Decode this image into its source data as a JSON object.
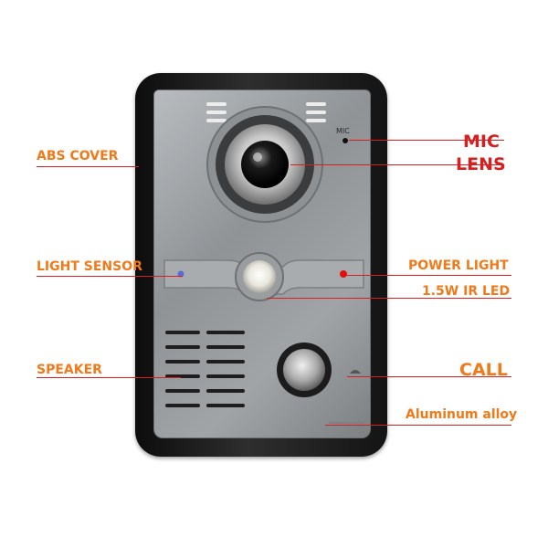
{
  "labels": {
    "abs_cover": "ABS COVER",
    "light_sensor": "LIGHT SENSOR",
    "speaker": "SPEAKER",
    "mic": "MIC",
    "lens": "LENS",
    "power_light": "POWER LIGHT",
    "ir_led": "1.5W IR LED",
    "call": "CALL",
    "aluminum_alloy": "Aluminum alloy",
    "mic_print": "MIC"
  },
  "colors": {
    "label_orange": "#f07a1a",
    "label_red": "#d81f1f",
    "leader_line": "#d81f1f",
    "frame_black": "#141414",
    "panel_silver": "#9da0a3",
    "power_led": "#e01010",
    "sensor_led": "#5a6bd8"
  }
}
